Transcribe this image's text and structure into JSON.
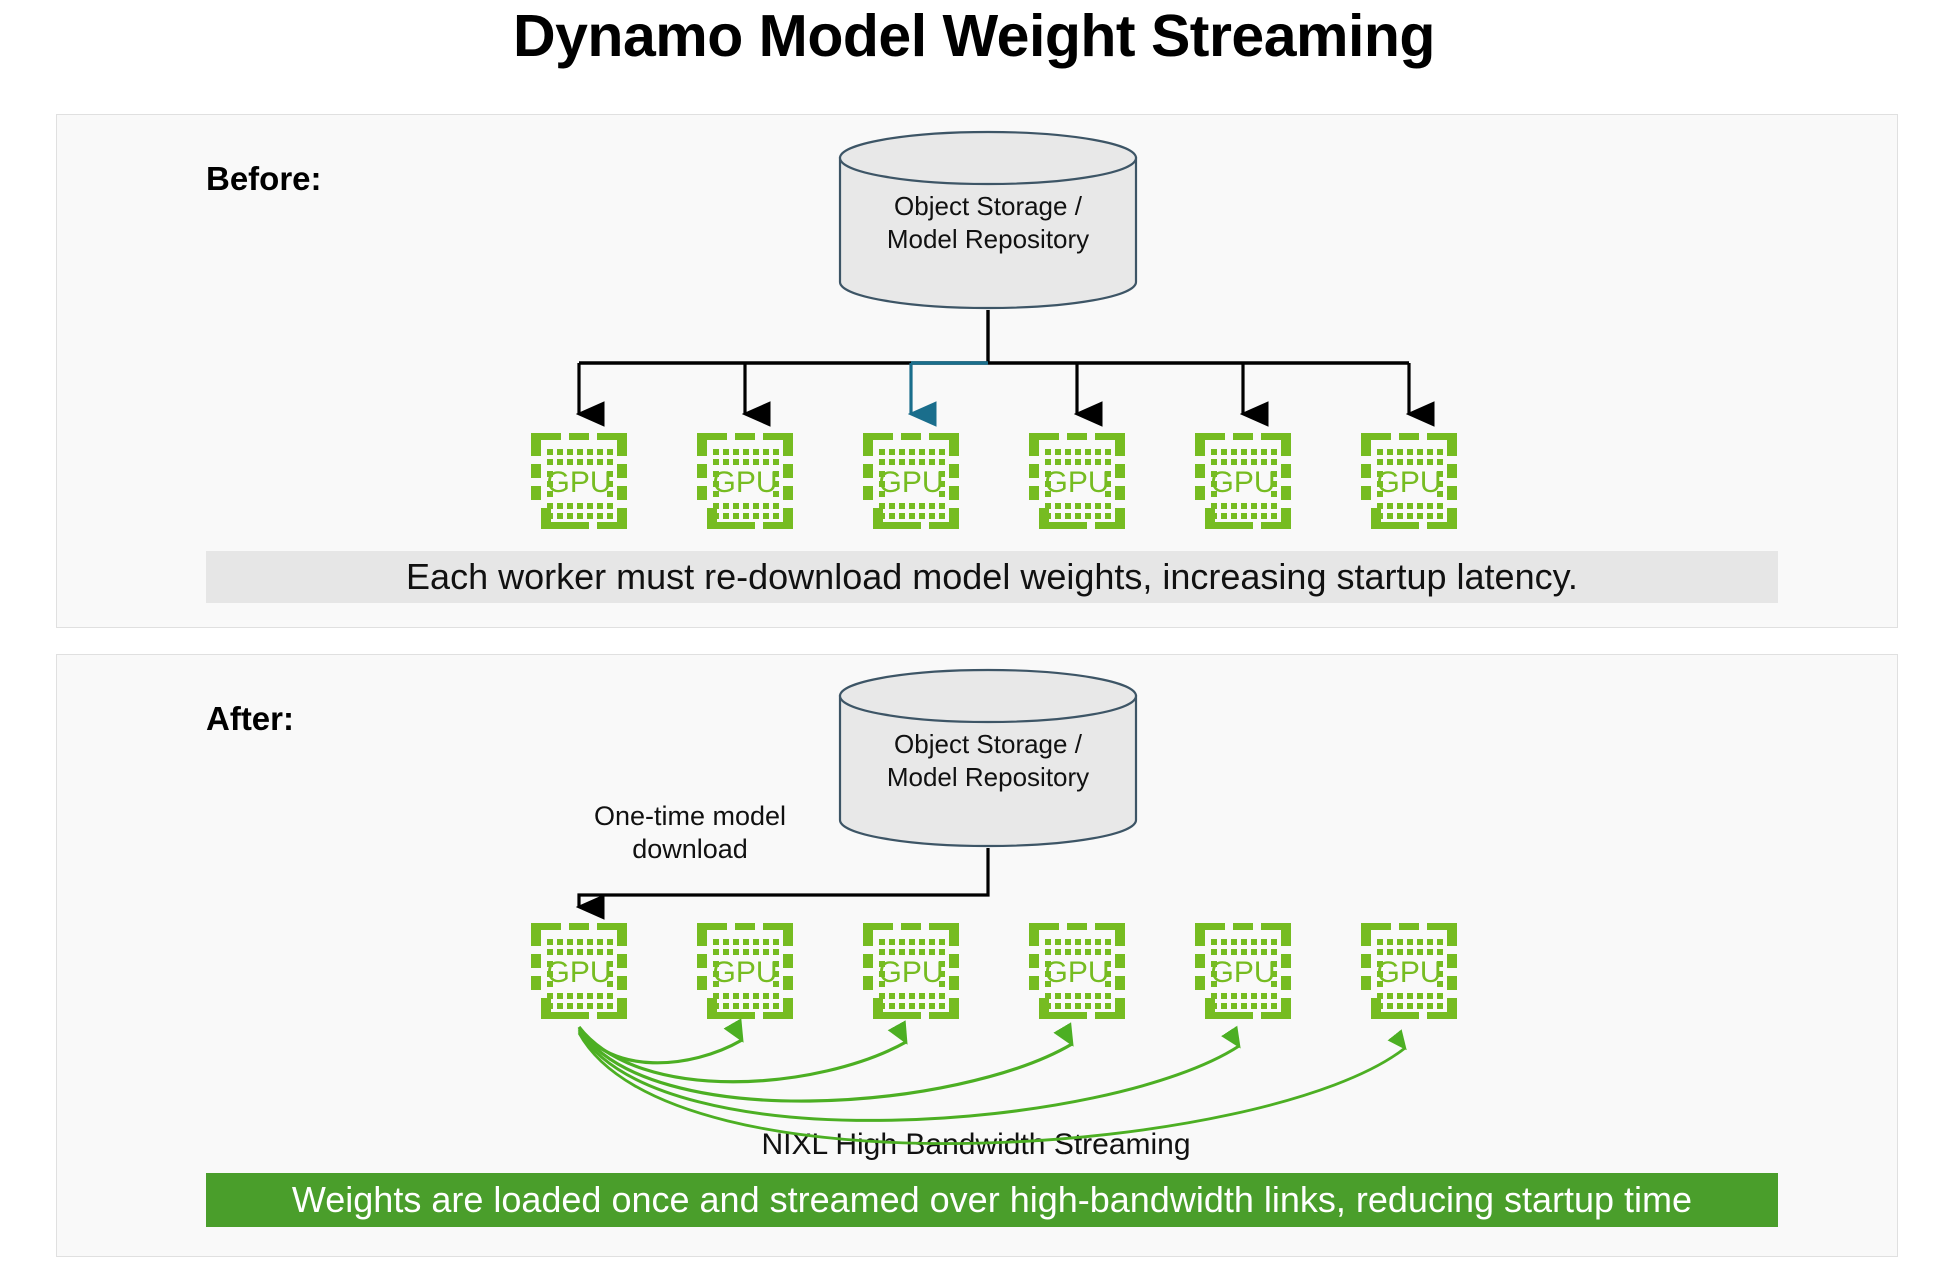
{
  "title": "Dynamo Model Weight Streaming",
  "colors": {
    "gpu_green": "#76bc21",
    "stream_green": "#4caf23",
    "banner_green": "#4a9e2b",
    "caption_gray": "#e6e6e6",
    "panel_bg": "#f9f9f9",
    "panel_border": "#e0e0e0",
    "cylinder_fill": "#e8e8e8",
    "cylinder_stroke": "#3d5566",
    "arrow_black": "#000000",
    "arrow_teal": "#1a6e8c"
  },
  "before": {
    "label": "Before:",
    "storage": {
      "line1": "Object Storage /",
      "line2": "Model Repository"
    },
    "gpus": [
      {
        "label": "GPU"
      },
      {
        "label": "GPU"
      },
      {
        "label": "GPU"
      },
      {
        "label": "GPU"
      },
      {
        "label": "GPU"
      },
      {
        "label": "GPU"
      }
    ],
    "arrows": [
      {
        "index": 0,
        "color": "#000000"
      },
      {
        "index": 1,
        "color": "#000000"
      },
      {
        "index": 2,
        "color": "#1a6e8c"
      },
      {
        "index": 3,
        "color": "#000000"
      },
      {
        "index": 4,
        "color": "#000000"
      },
      {
        "index": 5,
        "color": "#000000"
      }
    ],
    "caption": "Each worker must re-download model weights, increasing startup latency."
  },
  "after": {
    "label": "After:",
    "storage": {
      "line1": "Object Storage /",
      "line2": "Model Repository"
    },
    "download_label": "One-time model\ndownload",
    "gpus": [
      {
        "label": "GPU"
      },
      {
        "label": "GPU"
      },
      {
        "label": "GPU"
      },
      {
        "label": "GPU"
      },
      {
        "label": "GPU"
      },
      {
        "label": "GPU"
      }
    ],
    "streaming_label": "NIXL High Bandwidth Streaming",
    "caption": "Weights are loaded once and streamed over high-bandwidth links, reducing startup time"
  }
}
